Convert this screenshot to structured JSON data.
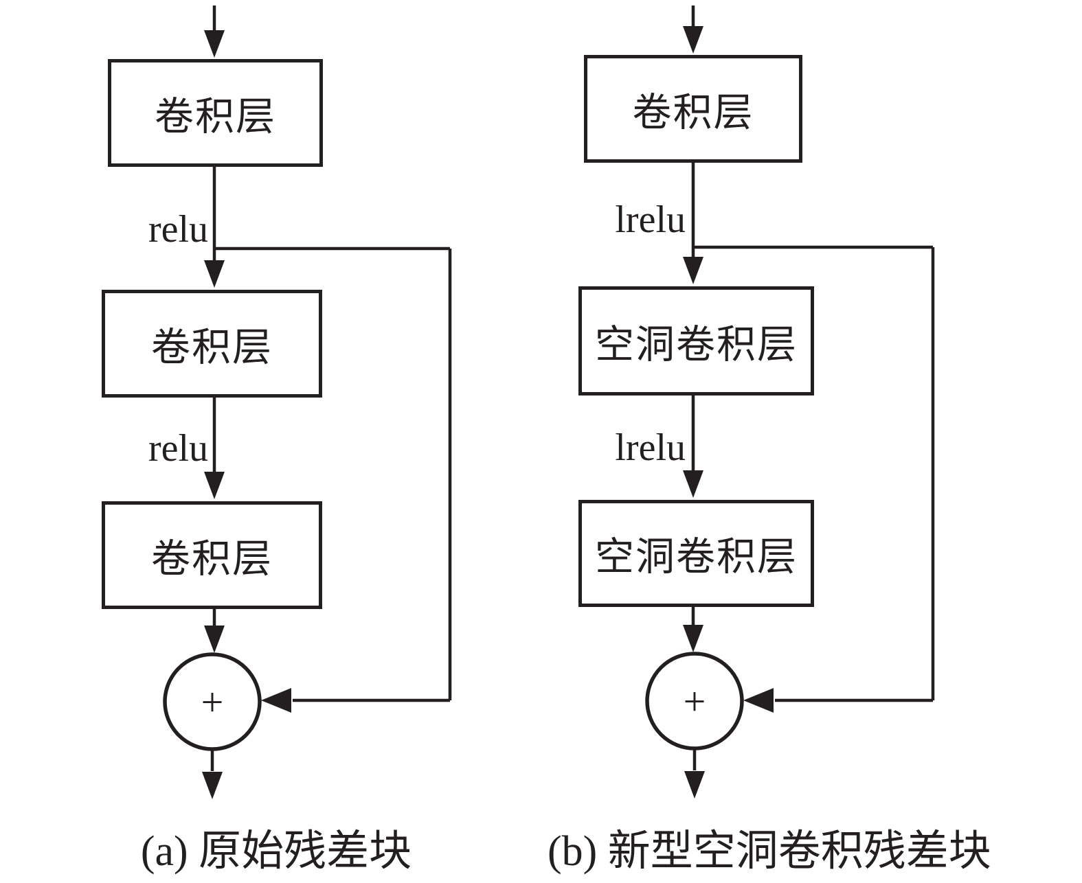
{
  "colors": {
    "ink": "#231f20",
    "background": "#ffffff"
  },
  "diagrams": [
    {
      "caption": "(a) 原始残差块",
      "boxes": [
        "卷积层",
        "卷积层",
        "卷积层"
      ],
      "activations": [
        "relu",
        "relu"
      ],
      "sum_symbol": "+"
    },
    {
      "caption": "(b) 新型空洞卷积残差块",
      "boxes": [
        "卷积层",
        "空洞卷积层",
        "空洞卷积层"
      ],
      "activations": [
        "lrelu",
        "lrelu"
      ],
      "sum_symbol": "+"
    }
  ]
}
